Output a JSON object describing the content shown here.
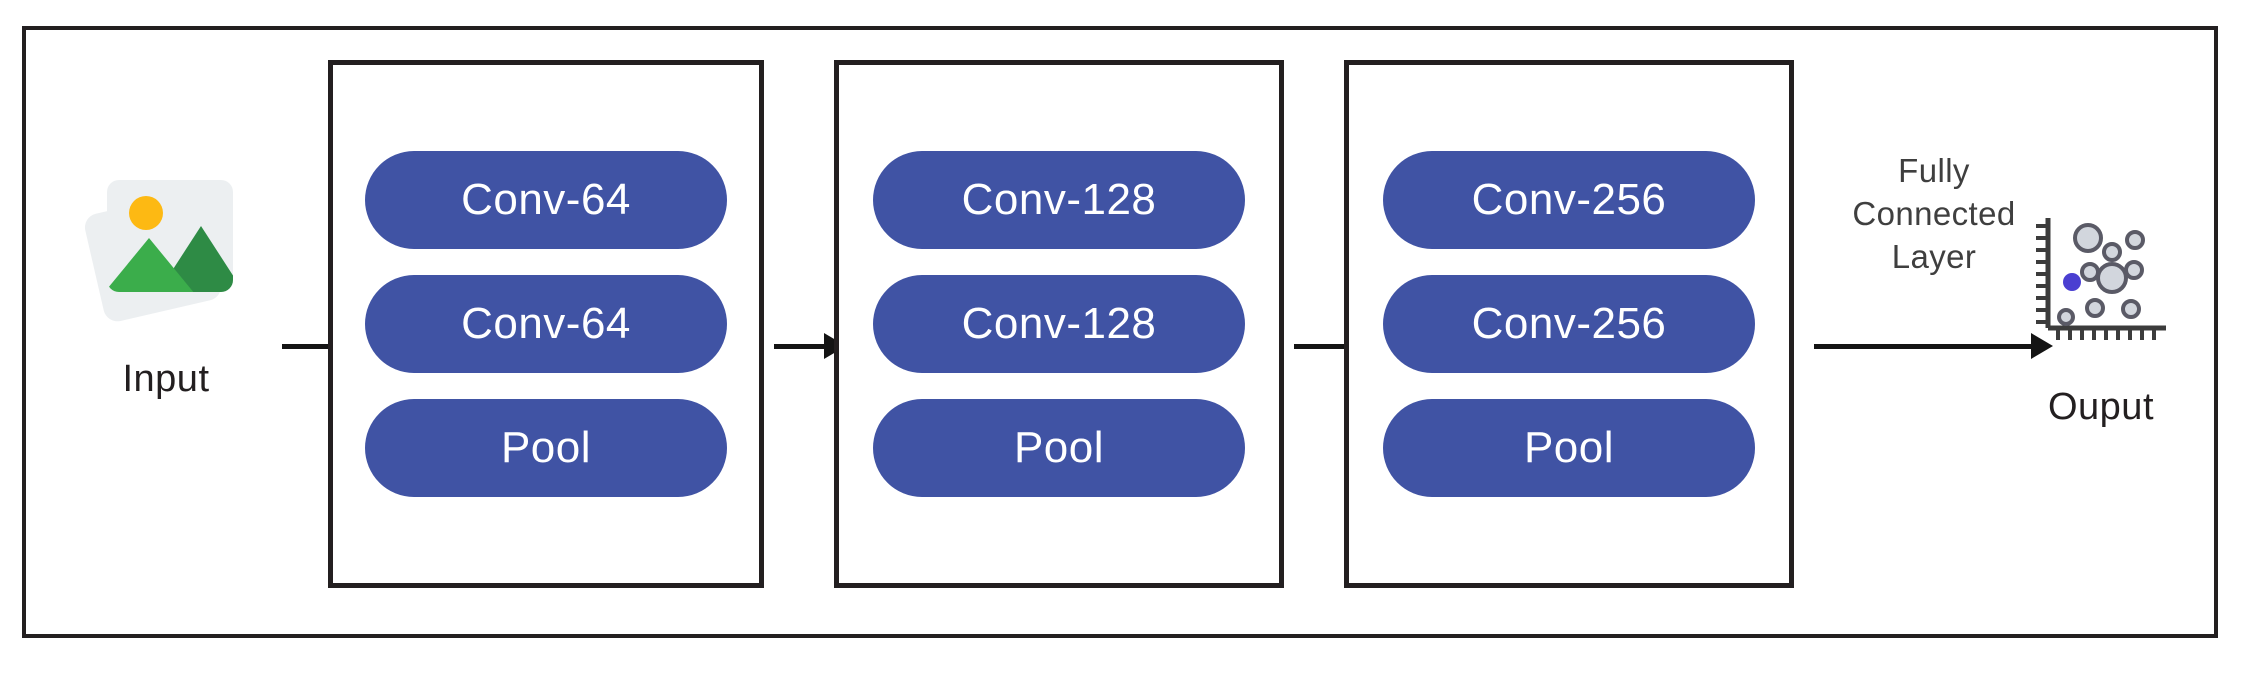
{
  "diagram": {
    "title": "CNN architecture pipeline",
    "type": "flow-diagram",
    "colors": {
      "pill_fill": "#4053a4",
      "pill_text": "#ffffff",
      "frame_border": "#231f20",
      "arrow": "#141414",
      "fc_text": "#3f3f3f",
      "sun": "#fdb913",
      "mountain_light": "#3bad4b",
      "mountain_dark": "#2e8b45",
      "photo_card": "#eceff1",
      "scatter_point_highlight": "#4a3fd1",
      "scatter_point_fill": "#d2d6dd",
      "scatter_point_stroke": "#5a5a66"
    },
    "stages": {
      "input": {
        "label": "Input",
        "icon": "image-photo-icon"
      },
      "blocks": [
        {
          "id": "block-1",
          "layers": [
            {
              "label": "Conv-64",
              "kind": "conv"
            },
            {
              "label": "Conv-64",
              "kind": "conv"
            },
            {
              "label": "Pool",
              "kind": "pool"
            }
          ]
        },
        {
          "id": "block-2",
          "layers": [
            {
              "label": "Conv-128",
              "kind": "conv"
            },
            {
              "label": "Conv-128",
              "kind": "conv"
            },
            {
              "label": "Pool",
              "kind": "pool"
            }
          ]
        },
        {
          "id": "block-3",
          "layers": [
            {
              "label": "Conv-256",
              "kind": "conv"
            },
            {
              "label": "Conv-256",
              "kind": "conv"
            },
            {
              "label": "Pool",
              "kind": "pool"
            }
          ]
        }
      ],
      "fully_connected": {
        "line1": "Fully",
        "line2": "Connected",
        "line3": "Layer"
      },
      "output": {
        "label": "Ouput",
        "icon": "scatter-plot-icon"
      }
    },
    "arrows": [
      {
        "id": "arrow-input-to-block1",
        "from": "input",
        "to": "block-1"
      },
      {
        "id": "arrow-block1-to-block2",
        "from": "block-1",
        "to": "block-2"
      },
      {
        "id": "arrow-block2-to-block3",
        "from": "block-2",
        "to": "block-3"
      },
      {
        "id": "arrow-block3-to-output",
        "from": "block-3",
        "to": "output"
      }
    ]
  }
}
